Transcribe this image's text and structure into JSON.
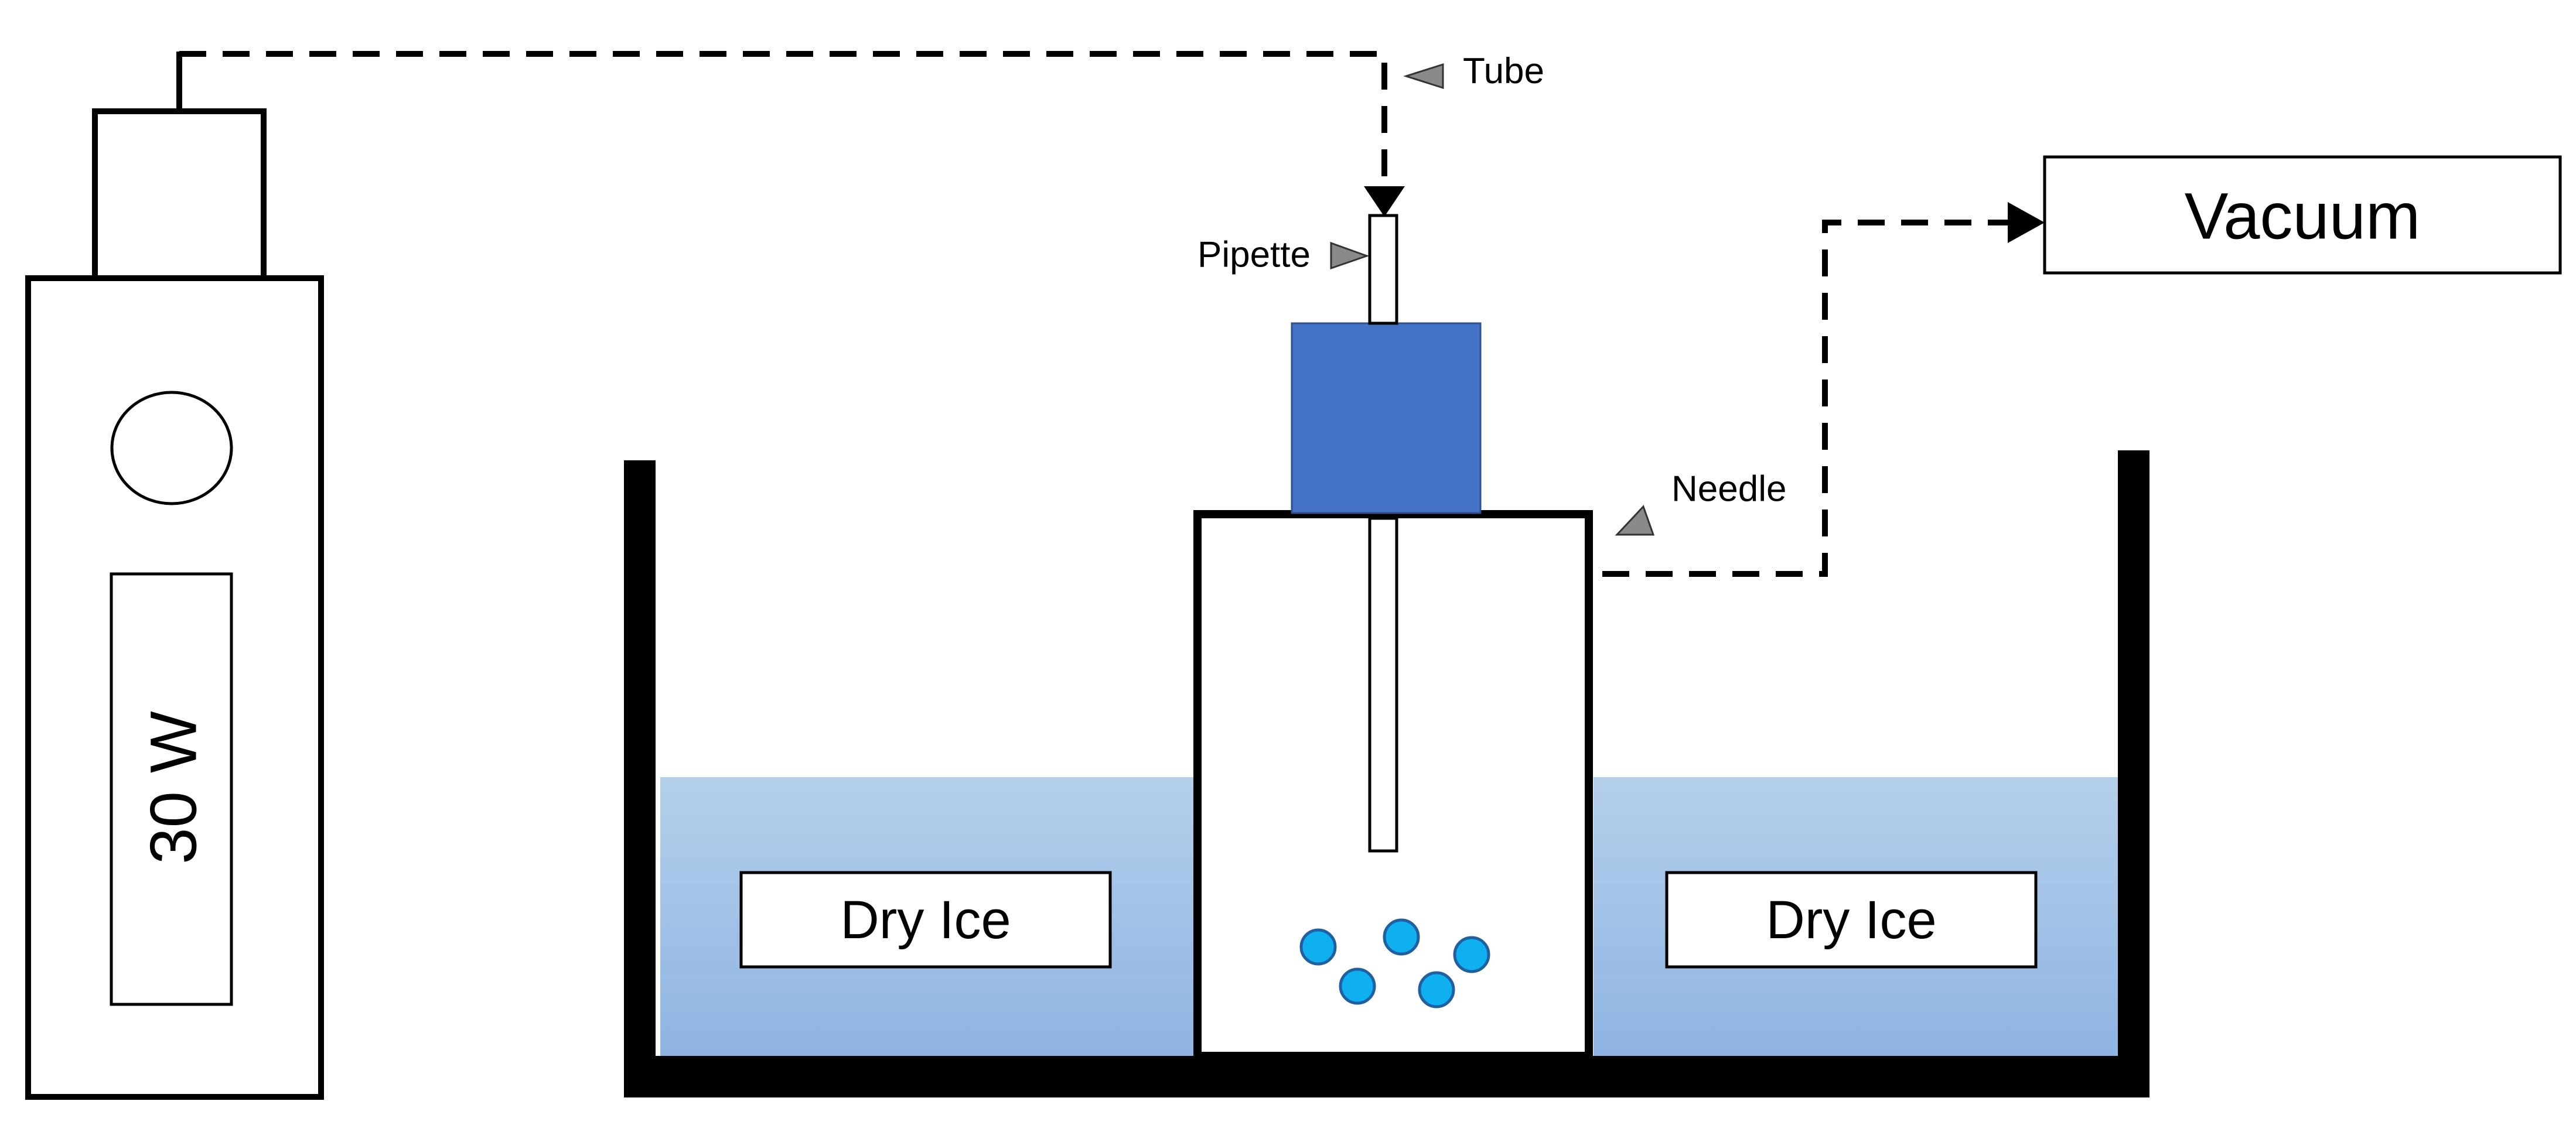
{
  "diagram": {
    "power_supply": {
      "label": "30 W"
    },
    "dry_ice_left": {
      "label": "Dry Ice"
    },
    "dry_ice_right": {
      "label": "Dry Ice"
    },
    "vacuum": {
      "label": "Vacuum"
    },
    "callouts": {
      "tube": "Tube",
      "pipette": "Pipette",
      "needle": "Needle"
    }
  },
  "colors": {
    "stopper": "#4472C4",
    "bath_top": "#B4CFEA",
    "bath_bottom": "#8FB4E3",
    "bubble": "#0FB0F0",
    "bubble_stroke": "#2060A0",
    "line": "#000000",
    "callout_arrow": "#8A8A8A"
  }
}
